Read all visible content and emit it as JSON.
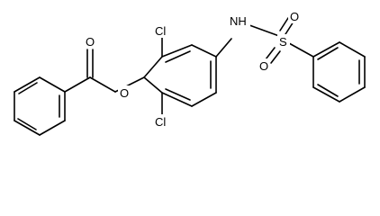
{
  "molecule": {
    "atom_labels": {
      "cl_top": "Cl",
      "cl_bottom": "Cl",
      "nh": "NH",
      "s": "S",
      "o_sulfonyl_top": "O",
      "o_sulfonyl_bottom": "O",
      "o_carbonyl": "O",
      "o_ester": "O"
    },
    "line_color": "#000000",
    "background": "#ffffff"
  }
}
